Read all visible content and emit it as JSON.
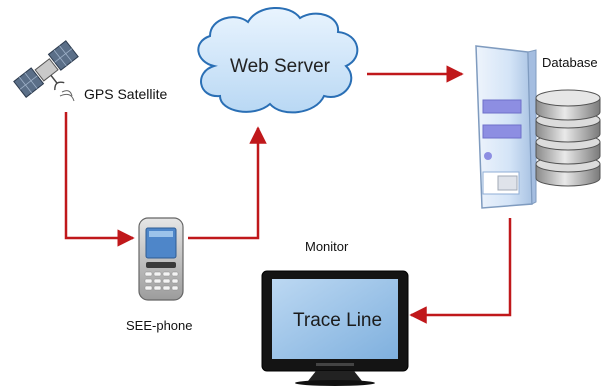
{
  "diagram": {
    "nodes": {
      "gps_satellite": "GPS Satellite",
      "web_server": "Web Server",
      "database": "Database",
      "phone": "SEE-phone",
      "monitor": "Monitor",
      "monitor_screen": "Trace Line"
    },
    "edges": [
      {
        "from": "gps_satellite",
        "to": "phone"
      },
      {
        "from": "phone",
        "to": "web_server"
      },
      {
        "from": "web_server",
        "to": "database"
      },
      {
        "from": "database",
        "to": "monitor"
      }
    ],
    "colors": {
      "arrow": "#c0181b",
      "cloud_fill": "#cfe6fb",
      "cloud_stroke": "#2a6fb5",
      "server_body": "#d3e3f6",
      "server_accent": "#8d8ee2",
      "monitor_screen": "#9fc4e8"
    },
    "icons": [
      "satellite-icon",
      "cloud-icon",
      "server-icon",
      "database-disk-icon",
      "phone-icon",
      "monitor-icon"
    ]
  }
}
